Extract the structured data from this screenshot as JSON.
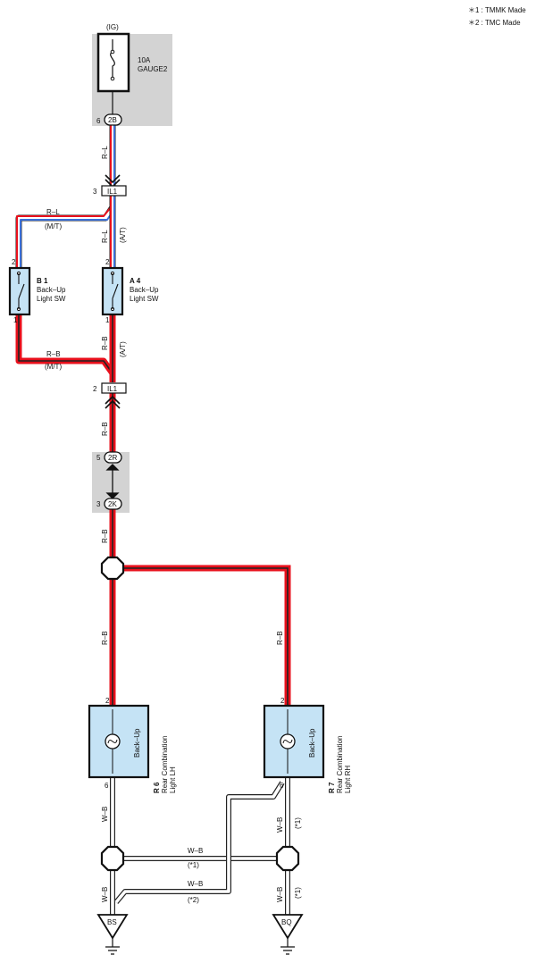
{
  "notes": {
    "note1": "＊1 : TMMK Made",
    "note2": "＊2 : TMC Made"
  },
  "power": {
    "ig_label": "(IG)",
    "fuse_amp": "10A",
    "fuse_name": "GAUGE2",
    "pin": "6",
    "connector": "2B"
  },
  "wires": {
    "r_l": "R–L",
    "r_b": "R–B",
    "w_b": "W–B",
    "mt": "(M/T)",
    "at": "(A/T)",
    "star1": "(*1)",
    "star2": "(*2)"
  },
  "junction_il1": {
    "name": "IL1",
    "pin_top": "3",
    "pin_bottom": "2"
  },
  "b1_switch": {
    "code": "B 1",
    "name_line1": "Back–Up",
    "name_line2": "Light SW",
    "pin_top": "2",
    "pin_bottom": "1"
  },
  "a4_switch": {
    "code": "A 4",
    "name_line1": "Back–Up",
    "name_line2": "Light SW",
    "pin_top": "2",
    "pin_bottom": "1"
  },
  "connector_2r": {
    "pin": "5",
    "name": "2R"
  },
  "connector_2k": {
    "pin": "3",
    "name": "2K"
  },
  "r6_lamp": {
    "code": "R 6",
    "name_line1": "Rear Combination",
    "name_line2": "Light LH",
    "bulb": "Back–Up",
    "pin_top": "2",
    "pin_bottom": "6"
  },
  "r7_lamp": {
    "code": "R 7",
    "name_line1": "Rear Combination",
    "name_line2": "Light RH",
    "bulb": "Back–Up",
    "pin_top": "2",
    "pin_bottom": "6"
  },
  "grounds": {
    "left": "BS",
    "right": "BQ"
  },
  "colors": {
    "red": "#e8101c",
    "blue": "#3a6fd8",
    "component_fill": "#c5e3f5",
    "shade": "#d3d3d3"
  }
}
